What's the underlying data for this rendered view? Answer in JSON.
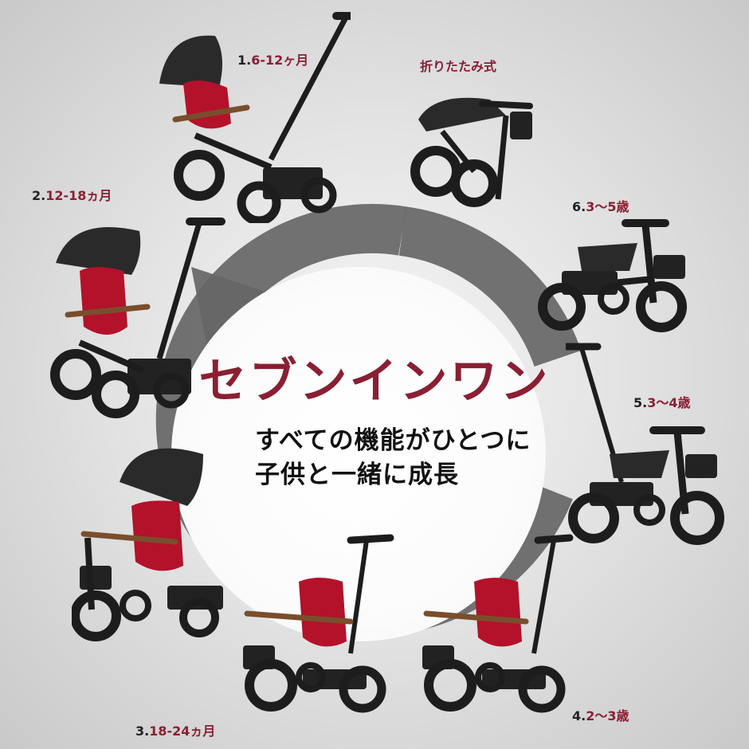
{
  "headline": "セブンインワン",
  "subtitle_lines": [
    "すべての機能がひとつに",
    "子供と一緒に成長"
  ],
  "stages": [
    {
      "num": "1.",
      "age": "6-12ヶ月"
    },
    {
      "num": "2.",
      "age": "12-18ヵ月"
    },
    {
      "num": "3.",
      "age": "18-24ヵ月"
    },
    {
      "num": "4.",
      "age": "2〜3歳"
    },
    {
      "num": "5.",
      "age": "3〜4歳"
    },
    {
      "num": "6.",
      "age": "3〜5歳"
    }
  ],
  "fold_label": "折りたたみ式",
  "colors": {
    "accent": "#8a1f33",
    "arrow": "#666666",
    "frame": "#1d1d1d",
    "seat": "#b3122a"
  }
}
